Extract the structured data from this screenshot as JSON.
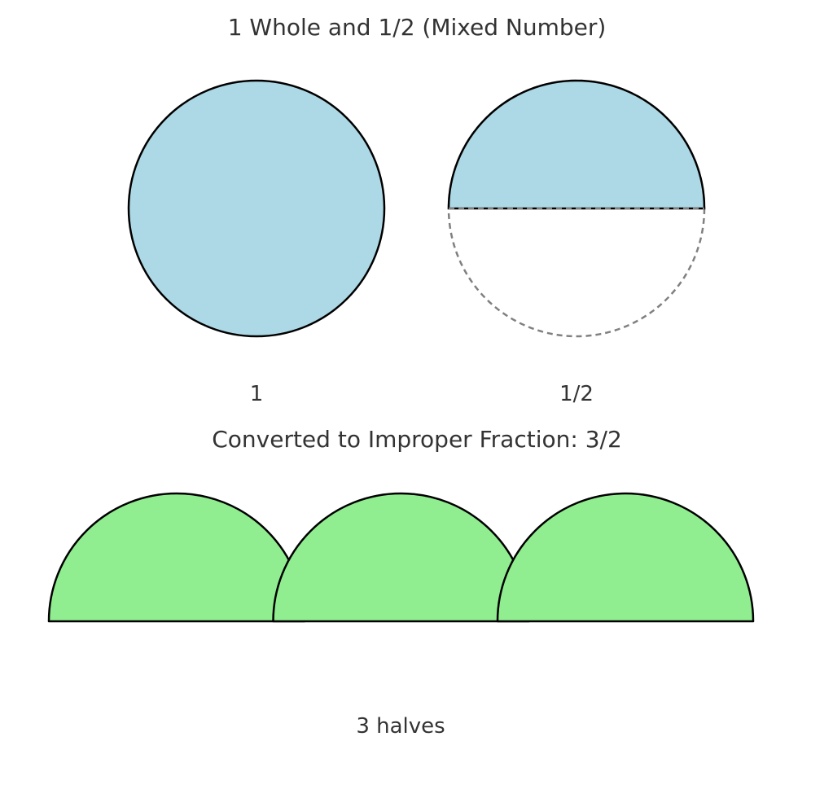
{
  "top_panel": {
    "title": "1 Whole and 1/2 (Mixed Number)",
    "whole_label": "1",
    "half_label": "1/2"
  },
  "bottom_panel": {
    "title": "Converted to Improper Fraction: 3/2",
    "caption": "3 halves"
  },
  "fraction": {
    "whole": 1,
    "numerator": 1,
    "denominator": 2,
    "improper_numerator": 3,
    "improper_denominator": 2,
    "halves_count": 3
  },
  "colors": {
    "whole_fill": "#add8e6",
    "half_fill": "#add8e6",
    "halves_fill": "#90ee90",
    "outline": "#000000",
    "dashed_outline": "#808080",
    "text": "#333333"
  }
}
